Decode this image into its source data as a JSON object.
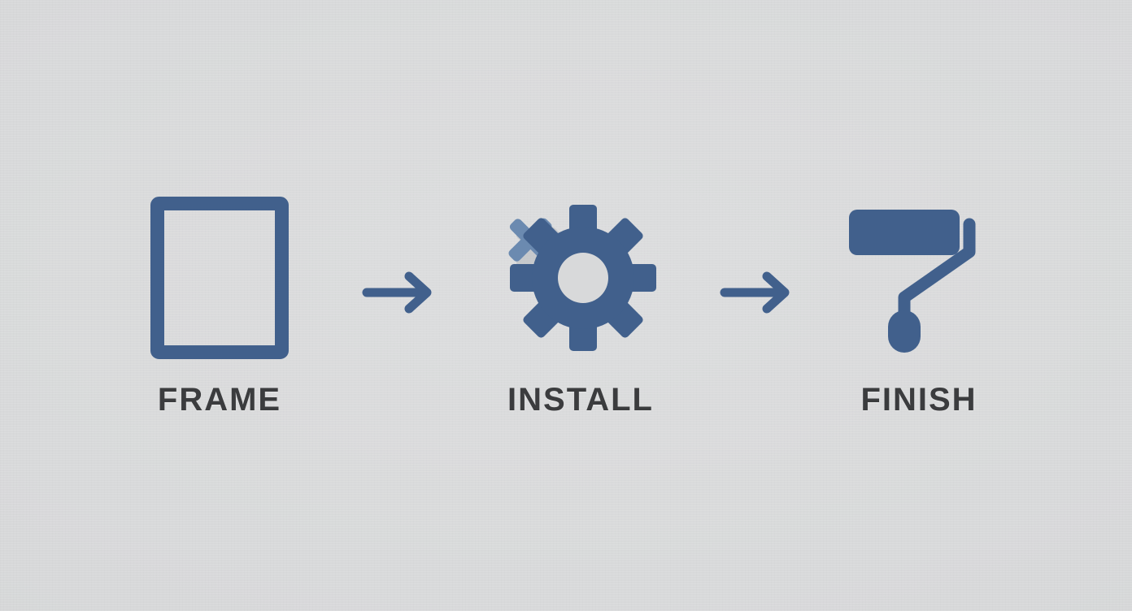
{
  "diagram": {
    "title": "Frame Install Finish process flow",
    "orientation": "horizontal",
    "background_color": "#d8d9da",
    "accent_color": "#41608c",
    "label_color": "#3b3c3e",
    "tool_overlay_color": "#6b8ab0",
    "tool_overlay_shadow_color": "#b9bdc2",
    "steps": [
      {
        "id": "frame",
        "order": 1,
        "label": "FRAME",
        "icon": "picture-frame-icon",
        "icon_description": "upright hollow rectangle outline"
      },
      {
        "id": "install",
        "order": 2,
        "label": "INSTALL",
        "icon": "gear-with-tools-icon",
        "icon_description": "eight-tooth gear with crossed wrench and screwdriver overlay"
      },
      {
        "id": "finish",
        "order": 3,
        "label": "FINISH",
        "icon": "paint-roller-icon",
        "icon_description": "paint roller with bent handle and grip"
      }
    ],
    "connectors": [
      {
        "id": "connector-1",
        "from": "frame",
        "to": "install",
        "icon": "arrow-right-icon"
      },
      {
        "id": "connector-2",
        "from": "install",
        "to": "finish",
        "icon": "arrow-right-icon"
      }
    ]
  }
}
